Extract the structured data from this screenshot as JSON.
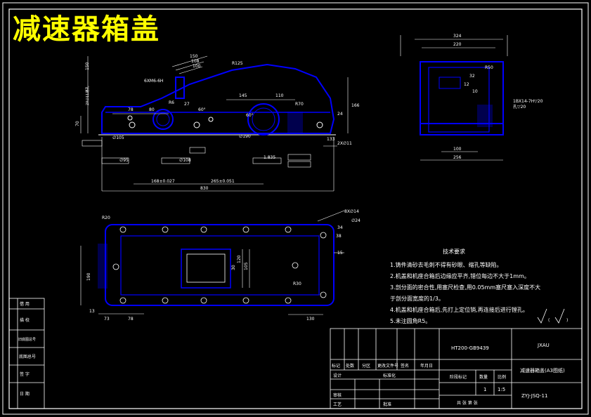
{
  "title": "减速器箱盖",
  "front_view": {
    "dims": {
      "d150": "150",
      "d108": "108",
      "d100": "100",
      "dR125": "R125",
      "d145": "145",
      "d110": "110",
      "d78": "78",
      "d80": "80",
      "d60deg_a": "60°",
      "d60deg_b": "60°",
      "d27": "27",
      "d24": "24",
      "d166": "166",
      "d133": "133",
      "d2x11": "2X∅11",
      "d6xM6": "6XM6-6H",
      "d2x11_left": "2X∅11通孔",
      "d70": "70",
      "d150v": "150",
      "dia105": "∅105",
      "dia95": "∅95",
      "dia108": "∅108",
      "dia190": "∅190",
      "d168": "168±0.027",
      "d265": "265±0.051",
      "d830": "830",
      "dR70": "R70",
      "dR6": "R6",
      "d835": "1.835"
    }
  },
  "side_view": {
    "dims": {
      "d324": "324",
      "d220": "220",
      "d100": "100",
      "d256": "256",
      "d10": "10",
      "d12": "12",
      "dR50": "R50",
      "d32": "32",
      "thread": "1BX14-7H▽20",
      "depth": "孔▽20"
    }
  },
  "top_view": {
    "dims": {
      "d8x14": "8X∅14",
      "d24": "∅24",
      "d38": "38",
      "d34": "34",
      "d15": "15",
      "d120": "120",
      "d105": "105",
      "d190": "190",
      "d30": "30",
      "d13": "13",
      "d73": "73",
      "d78": "78",
      "d130": "130",
      "dR20": "R20",
      "dR30": "R30"
    }
  },
  "requirements": {
    "heading": "技术要求",
    "items": [
      "1.铸件清砂去毛刺不得有砂眼、缩孔等缺陷。",
      "2.机盖和机座合箱后边缘应平齐,错位每边不大于1mm。",
      "3.剖分面的密合性,用塞尺检查,用0.05mm塞尺塞入深度不大",
      "于剖分面宽度的1/3。",
      "4.机盖和机座合箱后,先打上定位销,再连接后进行镗孔。",
      "5.未注圆角R5。"
    ]
  },
  "title_block": {
    "material": "HT200-GB9439",
    "school": "JXAU",
    "part_name": "减速器箱盖(A3图纸)",
    "drawing_no": "ZYJ-JSQ-11",
    "h_biaoji": "标记",
    "h_chushu": "处数",
    "h_fenqu": "分区",
    "h_gengai": "更改文件号",
    "h_qianming": "签名",
    "h_riqi": "年月日",
    "h_sheji": "设计",
    "h_biaozhunhua": "标准化",
    "h_jieduan": "阶段标记",
    "h_zhongliang": "数量",
    "h_bili": "比例",
    "v_shuliang": "1",
    "v_bili": "1:5",
    "h_shenhe": "审核",
    "h_gongyi": "工艺",
    "h_pizhun": "批准",
    "h_gongzhang": "共 张 第 张"
  },
  "left_strip": {
    "labels": [
      "借 用",
      "描 校",
      "旧底图总号",
      "底图总号",
      "签 字",
      "日 期"
    ]
  }
}
